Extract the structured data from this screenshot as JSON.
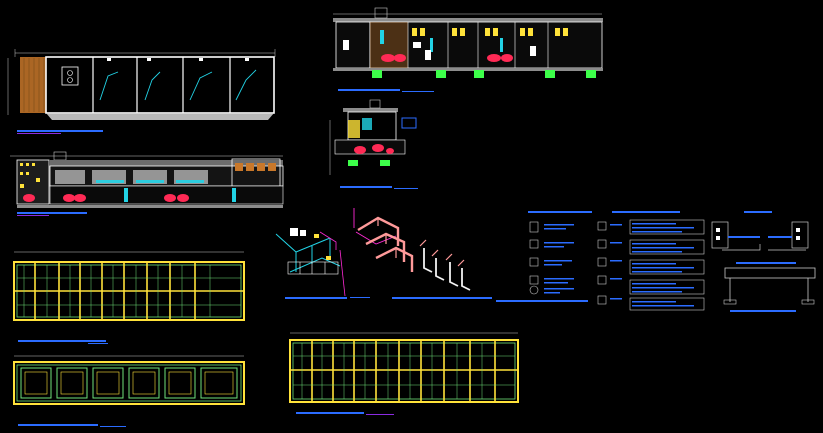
{
  "drawing": {
    "background": "#000000",
    "colors": {
      "dim": "#c8c8c8",
      "wall": "#ffffff",
      "title_blue": "#2b6cff",
      "title_purple": "#8a2be2",
      "slab_yellow": "#ffe23a",
      "slab_green": "#6fe27a",
      "wood": "#c9782a",
      "cyan": "#22d3e6",
      "red": "#ff2a55",
      "magenta": "#ff2ad6",
      "pink_pipe": "#ff9a9a",
      "pipe_white": "#f2f2f2",
      "green_foot": "#3dff4a",
      "gray": "#8c8c8c"
    },
    "icons": [
      "toilet-icon",
      "sink-icon",
      "urinal-icon",
      "water-tank-icon"
    ]
  },
  "views": [
    {
      "id": "floor-plan"
    },
    {
      "id": "long-elevation"
    },
    {
      "id": "long-section"
    },
    {
      "id": "cross-section"
    },
    {
      "id": "foundation-plan"
    },
    {
      "id": "roof-framing-plan"
    },
    {
      "id": "beam-plan"
    },
    {
      "id": "isometric-water"
    },
    {
      "id": "isometric-drainage"
    },
    {
      "id": "legend"
    },
    {
      "id": "detail-notes"
    },
    {
      "id": "footing-details"
    }
  ]
}
